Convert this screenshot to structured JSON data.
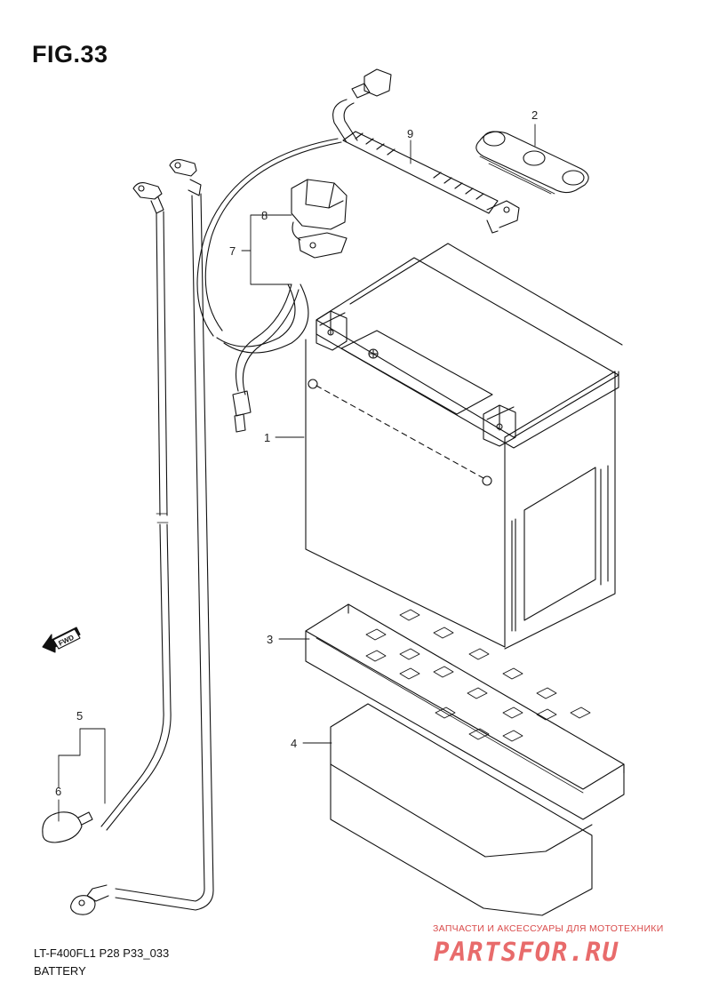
{
  "figure": {
    "title": "FIG.33"
  },
  "callouts": [
    {
      "id": "1",
      "label": "1"
    },
    {
      "id": "2",
      "label": "2"
    },
    {
      "id": "3",
      "label": "3"
    },
    {
      "id": "4",
      "label": "4"
    },
    {
      "id": "5",
      "label": "5"
    },
    {
      "id": "6",
      "label": "6"
    },
    {
      "id": "7",
      "label": "7"
    },
    {
      "id": "8",
      "label": "8"
    },
    {
      "id": "9",
      "label": "9"
    }
  ],
  "direction_badge": {
    "text": "FWD"
  },
  "footer": {
    "code": "LT-F400FL1 P28 P33_033",
    "name": "BATTERY"
  },
  "watermark": {
    "tagline": "ЗАПЧАСТИ И АКСЕССУАРЫ ДЛЯ МОТОТЕХНИКИ",
    "logo": "PARTSFOR.RU",
    "color": "#e86b6b"
  }
}
